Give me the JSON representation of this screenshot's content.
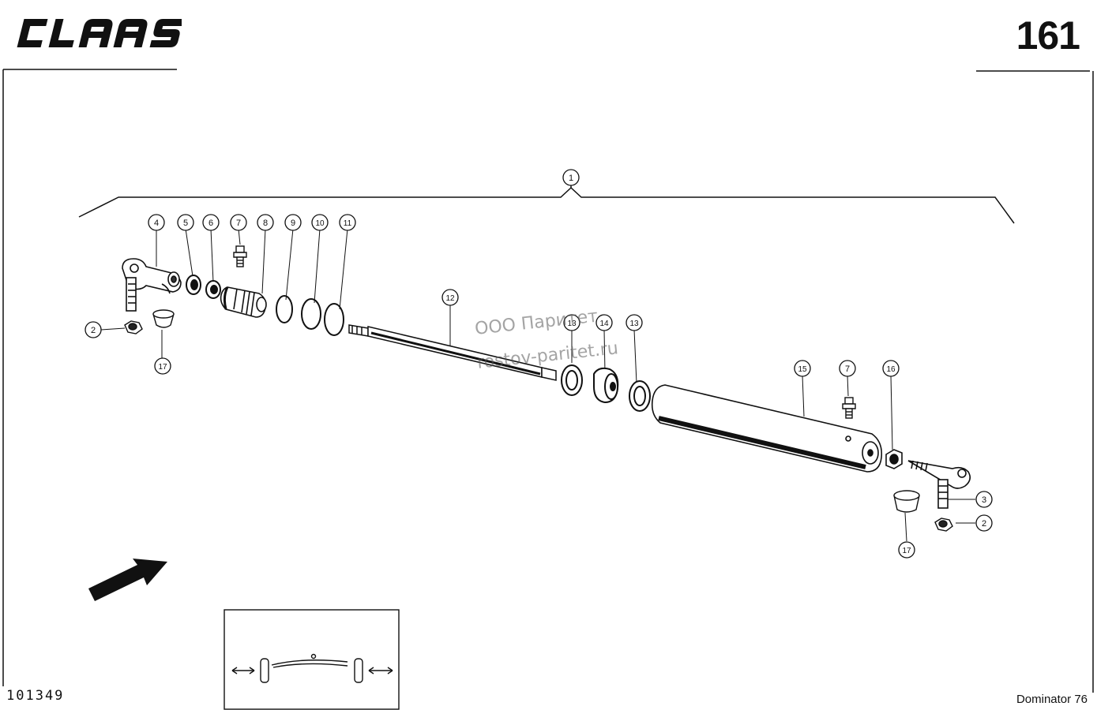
{
  "header": {
    "brand": "CLAAS",
    "page_number": "161"
  },
  "footer": {
    "drawing_number": "101349",
    "model": "Dominator 76"
  },
  "watermark": {
    "line1": "ООО Паритет",
    "line2": "rostov-paritet.ru"
  },
  "callouts": [
    "1",
    "2",
    "3",
    "4",
    "5",
    "6",
    "7",
    "8",
    "9",
    "10",
    "11",
    "12",
    "13",
    "14",
    "15",
    "16",
    "17"
  ],
  "icons": {
    "direction": "arrow-direction-icon",
    "locator": "axle-locator-icon"
  }
}
